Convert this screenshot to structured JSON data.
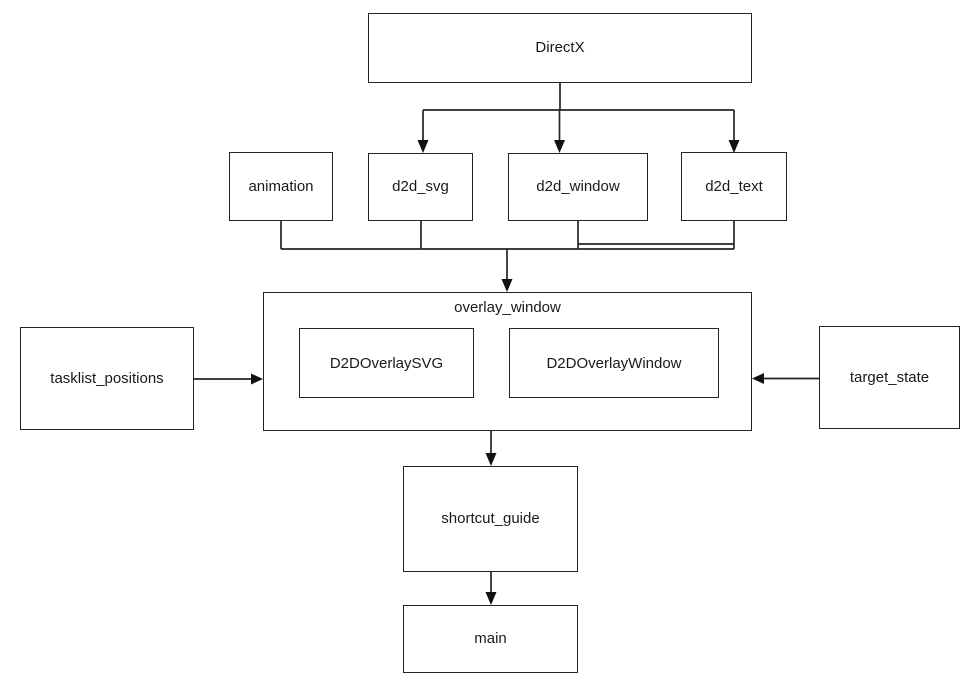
{
  "diagram": {
    "background": "#ffffff",
    "line_color": "#242424",
    "text_color": "#1a1a1a",
    "nodes": {
      "directx": "DirectX",
      "animation": "animation",
      "d2d_svg": "d2d_svg",
      "d2d_window": "d2d_window",
      "d2d_text": "d2d_text",
      "overlay_window": "overlay_window",
      "d2d_overlay_svg": "D2DOverlaySVG",
      "d2d_overlay_window": "D2DOverlayWindow",
      "tasklist_positions": "tasklist_positions",
      "target_state": "target_state",
      "shortcut_guide": "shortcut_guide",
      "main": "main"
    },
    "edges": [
      {
        "from": "DirectX",
        "to": "d2d_svg",
        "arrow": "down"
      },
      {
        "from": "DirectX",
        "to": "d2d_window",
        "arrow": "down"
      },
      {
        "from": "DirectX",
        "to": "d2d_text",
        "arrow": "down"
      },
      {
        "from": "animation",
        "to": "overlay_window",
        "arrow": "down"
      },
      {
        "from": "d2d_svg",
        "to": "overlay_window",
        "arrow": "down"
      },
      {
        "from": "d2d_window",
        "to": "overlay_window",
        "arrow": "down"
      },
      {
        "from": "d2d_text",
        "to": "overlay_window",
        "arrow": "down"
      },
      {
        "from": "tasklist_positions",
        "to": "overlay_window",
        "arrow": "right"
      },
      {
        "from": "target_state",
        "to": "overlay_window",
        "arrow": "left"
      },
      {
        "from": "overlay_window",
        "to": "shortcut_guide",
        "arrow": "down"
      },
      {
        "from": "shortcut_guide",
        "to": "main",
        "arrow": "down"
      }
    ]
  }
}
